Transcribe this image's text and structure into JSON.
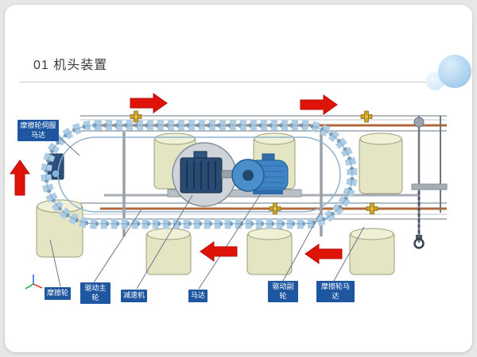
{
  "slide": {
    "title": "01 机头装置"
  },
  "diagram": {
    "labels": {
      "servo_motor": "摩擦轮伺服马达",
      "friction_wheel": "摩擦轮",
      "drive_main_wheel": "驱动主轮",
      "reducer": "减速机",
      "motor": "马达",
      "drive_sub_wheel": "驱动副轮",
      "friction_wheel_motor": "摩擦轮马达"
    },
    "arrows": [
      {
        "id": "top-left",
        "direction": "right"
      },
      {
        "id": "top-right",
        "direction": "right"
      },
      {
        "id": "left-side",
        "direction": "up"
      },
      {
        "id": "bottom-middle",
        "direction": "left"
      },
      {
        "id": "bottom-right",
        "direction": "left"
      }
    ],
    "colors": {
      "label_background": "#1e56a0",
      "label_text": "#ffffff",
      "arrow_red": "#e01309",
      "track_chain_blue": "#aecde4",
      "cylinder_cream": "#e4e5c3",
      "motor_blue": "#3f85c6",
      "gearbox_navy": "#274b73",
      "pipe_copper": "#b06a3e"
    }
  }
}
